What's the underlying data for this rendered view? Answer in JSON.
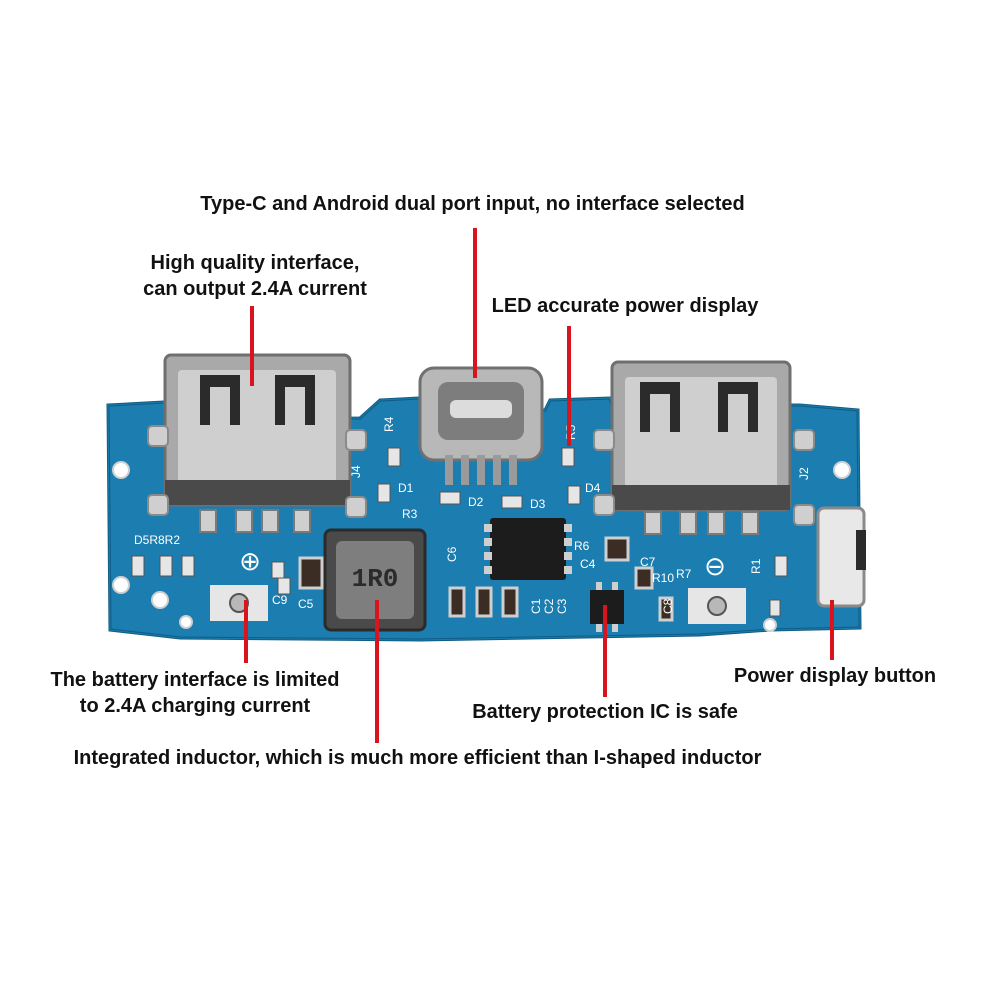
{
  "annotations": {
    "type_c_input": "Type-C and Android dual port input, no interface selected",
    "high_quality_line1": "High quality interface,",
    "high_quality_line2": "can output 2.4A current",
    "led_display": "LED accurate power display",
    "battery_interface_line1": "The battery interface is limited",
    "battery_interface_line2": "to 2.4A charging current",
    "protection_ic": "Battery protection IC is safe",
    "power_button": "Power display button",
    "inductor": "Integrated inductor, which is much more efficient than I-shaped inductor"
  },
  "board": {
    "inductor_marking": "1R0",
    "silkscreen": [
      "R4",
      "R5",
      "D1",
      "D2",
      "D3",
      "D4",
      "R3",
      "J4",
      "J2",
      "D5R8R2",
      "R6",
      "C7",
      "C4",
      "R7",
      "R1",
      "C9",
      "C5",
      "C8",
      "C1",
      "C3",
      "C2",
      "C6",
      "R10"
    ],
    "plus_symbol": "⊕",
    "minus_symbol": "⊖",
    "pcb_color": "#1a7fae",
    "pad_color": "#c8c8c8"
  },
  "colors": {
    "leader_line": "#d8141c",
    "text": "#111111"
  }
}
